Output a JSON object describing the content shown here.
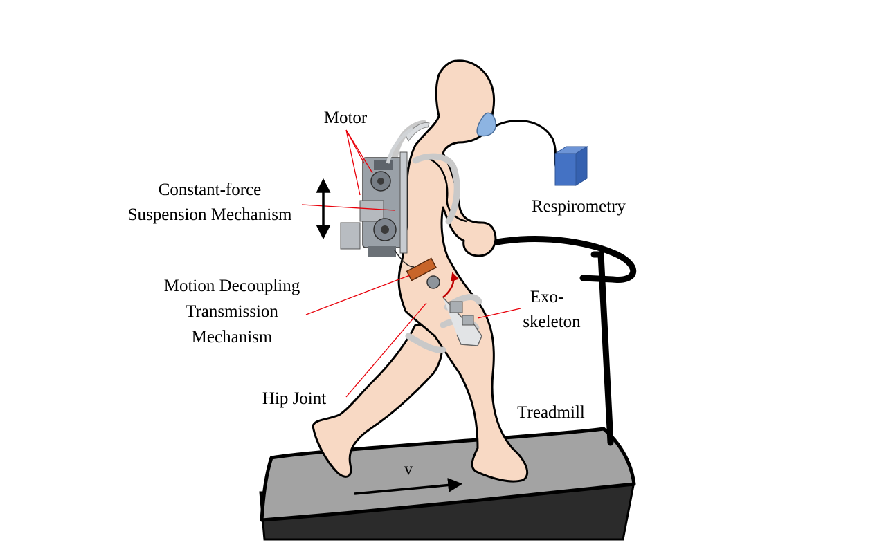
{
  "labels": {
    "motor": "Motor",
    "constant_force_1": "Constant-force",
    "constant_force_2": "Suspension Mechanism",
    "motion_decoupling_1": "Motion Decoupling",
    "motion_decoupling_2": "Transmission",
    "motion_decoupling_3": "Mechanism",
    "hip_joint": "Hip Joint",
    "respirometry": "Respirometry",
    "exoskeleton_1": "Exo-",
    "exoskeleton_2": "skeleton",
    "treadmill": "Treadmill",
    "velocity": "v"
  },
  "colors": {
    "skin": "#f8d9c4",
    "outline": "#000000",
    "leader_line": "#e8000a",
    "belt_top": "#a3a3a3",
    "belt_base": "#2b2b2b",
    "respirometer": "#4472c4",
    "mask": "#8db4e2",
    "strap": "#c9c9c9",
    "device": "#9aa1a8",
    "decoupler": "#c8652a"
  },
  "icons": {
    "suspension_arrow": "double-vertical-arrow-icon",
    "velocity_arrow": "right-arrow-icon",
    "hip_rotation": "curved-arrow-icon"
  }
}
